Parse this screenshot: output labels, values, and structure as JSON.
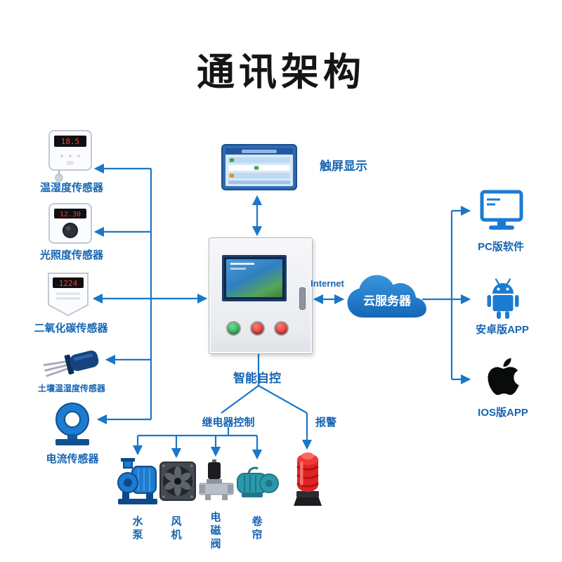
{
  "title": "通讯架构",
  "colors": {
    "accent_line": "#1877c9",
    "label_blue": "#1565b3",
    "cloud_blue": "#1e7fd0",
    "alarm_red": "#e02424"
  },
  "sensors": [
    {
      "label": "温湿度传感器",
      "display": "18.5",
      "icon": "temp-humidity-sensor-icon"
    },
    {
      "label": "光照度传感器",
      "display": "12.30",
      "icon": "light-sensor-icon"
    },
    {
      "label": "二氧化碳传感器",
      "display": "1224",
      "icon": "co2-sensor-icon"
    },
    {
      "label": "土壤温湿度传感器",
      "icon": "soil-sensor-icon"
    },
    {
      "label": "电流传感器",
      "icon": "current-sensor-icon"
    }
  ],
  "touch_screen": {
    "label": "触屏显示",
    "icon": "touch-screen-icon"
  },
  "controller": {
    "label": "智能自控",
    "icon": "control-cabinet-icon"
  },
  "network": {
    "internet_label": "Internet",
    "cloud_label": "云服务器"
  },
  "clients": [
    {
      "label": "PC版软件",
      "icon": "pc-monitor-icon"
    },
    {
      "label": "安卓版APP",
      "icon": "android-icon"
    },
    {
      "label": "IOS版APP",
      "icon": "apple-icon"
    }
  ],
  "outputs": {
    "relay_label": "继电器控制",
    "alarm_label": "报警"
  },
  "actuators": [
    {
      "label": "水泵",
      "icon": "water-pump-icon"
    },
    {
      "label": "风机",
      "icon": "fan-icon"
    },
    {
      "label": "电磁阀",
      "icon": "solenoid-valve-icon"
    },
    {
      "label": "卷帘",
      "icon": "roller-shutter-motor-icon"
    }
  ],
  "alarm_device": {
    "icon": "alarm-beacon-icon"
  }
}
